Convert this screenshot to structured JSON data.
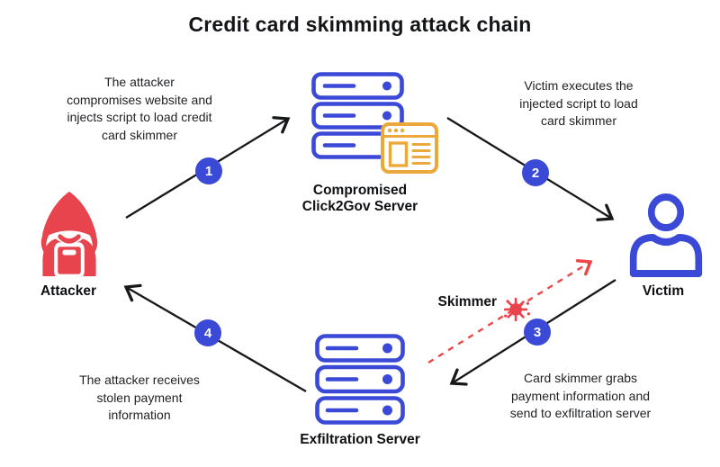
{
  "title": "Credit card skimming attack chain",
  "steps": [
    {
      "number": "1",
      "description": "The attacker\ncompromises website and\ninjects script to load credit\ncard skimmer"
    },
    {
      "number": "2",
      "description": "Victim executes the\ninjected script to load\ncard skimmer"
    },
    {
      "number": "3",
      "description": "Card skimmer grabs\npayment information and\nsend to exfiltration server"
    },
    {
      "number": "4",
      "description": "The attacker receives\nstolen payment\ninformation"
    }
  ],
  "nodes": {
    "attacker": {
      "label": "Attacker",
      "icon": "hooded-hacker-icon"
    },
    "compromised_server": {
      "label": "Compromised\nClick2Gov Server",
      "icon": "server-with-browser-icon"
    },
    "victim": {
      "label": "Victim",
      "icon": "person-icon"
    },
    "exfiltration_server": {
      "label": "Exfiltration Server",
      "icon": "server-icon"
    },
    "skimmer": {
      "label": "Skimmer",
      "icon": "malware-virus-icon"
    }
  },
  "colors": {
    "blue": "#3a49d6",
    "red": "#e8444d",
    "yellow": "#eca93b",
    "arrow_black": "#17181a",
    "skimmer_dashed_red": "#ed4747",
    "background": "#ffffff"
  }
}
